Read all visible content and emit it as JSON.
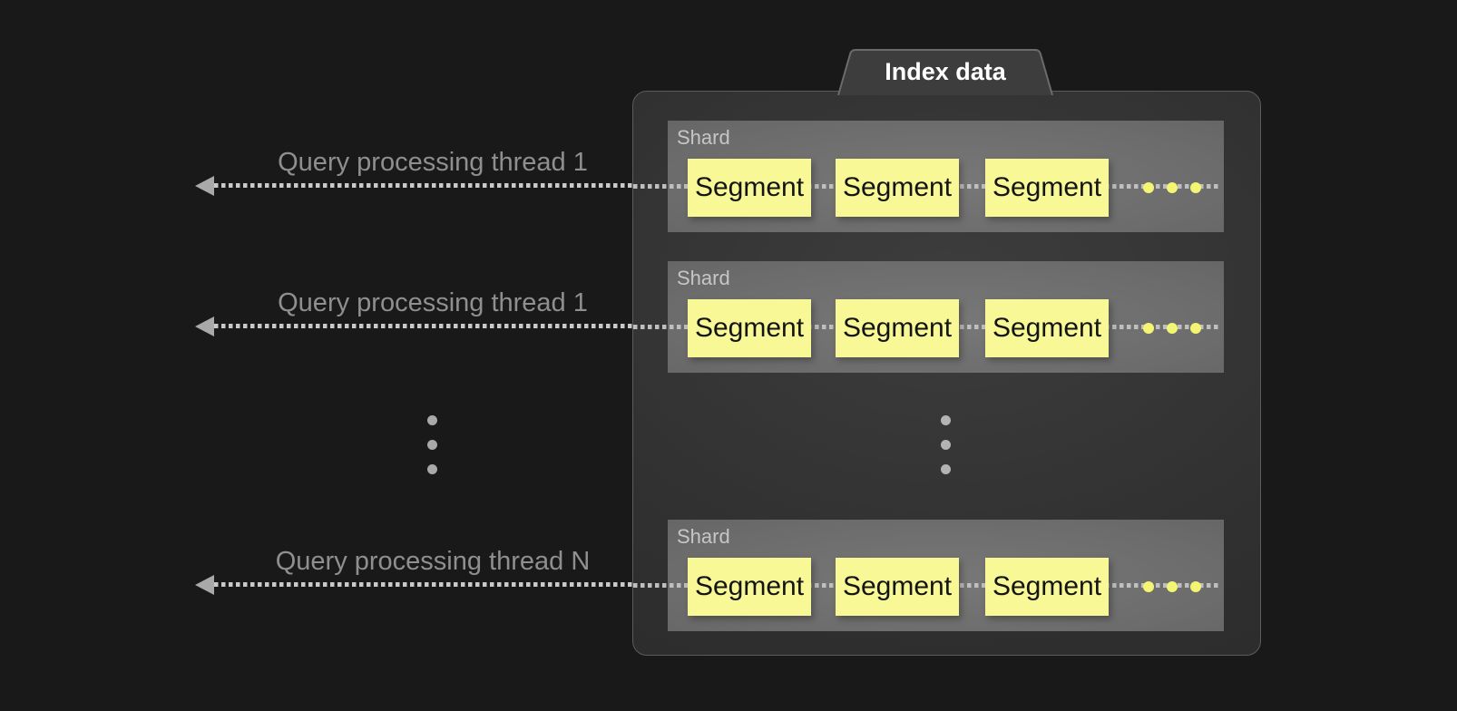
{
  "index_box": {
    "title": "Index data",
    "shards": [
      {
        "label": "Shard",
        "segments": [
          "Segment",
          "Segment",
          "Segment"
        ]
      },
      {
        "label": "Shard",
        "segments": [
          "Segment",
          "Segment",
          "Segment"
        ]
      },
      {
        "label": "Shard",
        "segments": [
          "Segment",
          "Segment",
          "Segment"
        ]
      }
    ]
  },
  "threads": [
    {
      "label": "Query processing thread 1"
    },
    {
      "label": "Query processing thread 1"
    },
    {
      "label": "Query processing thread N"
    }
  ],
  "colors": {
    "background": "#191919",
    "panel_fill": "#323232",
    "panel_border": "#5c5c5c",
    "shard_fill": "#6f6f6f",
    "shard_label_text": "#c6c6c6",
    "segment_fill": "#f8f996",
    "segment_text": "#141414",
    "segment_ellipsis_dot": "#f4f573",
    "dotted_line": "#c9c9c9",
    "arrowhead": "#a9a9a9",
    "thread_label_text": "#8f8f8f",
    "panel_title_text": "#ffffff",
    "ellipsis_dot": "#a9a9a9"
  }
}
